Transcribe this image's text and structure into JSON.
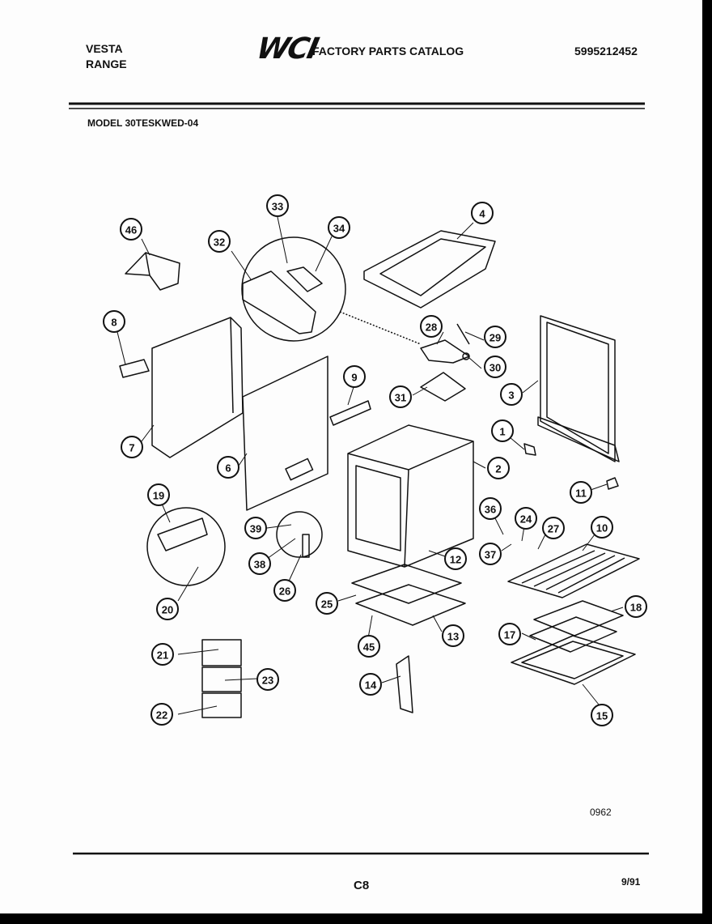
{
  "header": {
    "brand_line_1": "VESTA",
    "brand_line_2": "RANGE",
    "logo_text": "WCI",
    "catalog_title": "FACTORY PARTS CATALOG",
    "catalog_number": "5995212452",
    "model_label": "MODEL 30TESKWED-04"
  },
  "diagram": {
    "callouts": [
      "46",
      "33",
      "34",
      "32",
      "4",
      "8",
      "28",
      "29",
      "30",
      "3",
      "7",
      "9",
      "31",
      "1",
      "6",
      "2",
      "11",
      "19",
      "36",
      "24",
      "27",
      "10",
      "39",
      "12",
      "37",
      "38",
      "26",
      "25",
      "18",
      "20",
      "17",
      "13",
      "45",
      "21",
      "23",
      "14",
      "22",
      "15"
    ]
  },
  "footer": {
    "drawing_code": "0962",
    "page_code": "C8",
    "date": "9/91"
  }
}
